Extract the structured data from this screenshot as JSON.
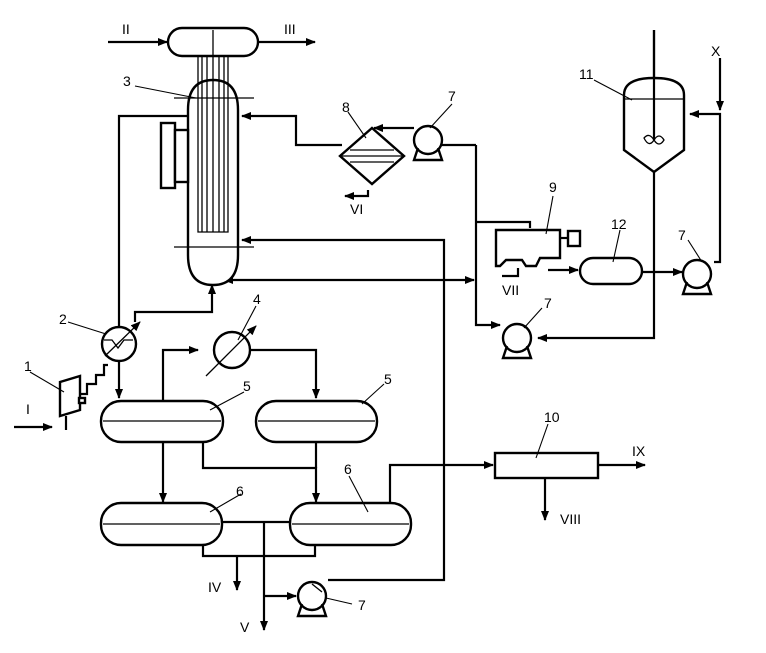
{
  "labels": {
    "n1": "1",
    "n2": "2",
    "n3": "3",
    "n4": "4",
    "n5a": "5",
    "n5b": "5",
    "n6a": "6",
    "n6b": "6",
    "n7a": "7",
    "n7b": "7",
    "n7c": "7",
    "n7d": "7",
    "n8": "8",
    "n9": "9",
    "n10": "10",
    "n11": "11",
    "n12": "12"
  },
  "streams": {
    "s1": "I",
    "s2": "II",
    "s3": "III",
    "s4": "IV",
    "s5": "V",
    "s6": "VI",
    "s7": "VII",
    "s8": "VIII",
    "s9": "IX",
    "s10": "X"
  }
}
